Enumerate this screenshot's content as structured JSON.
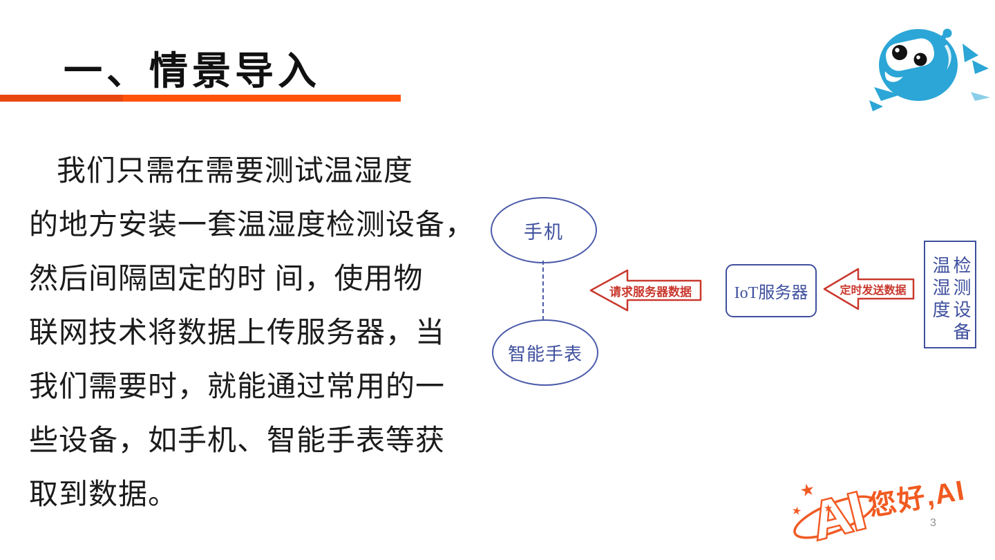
{
  "header": {
    "title": "一、情景导入"
  },
  "body": {
    "lines": [
      "我们只需在需要测试温湿度",
      "的地方安装一套温湿度检测设备，",
      "然后间隔固定的时 间，使用物",
      "联网技术将数据上传服务器，当",
      "我们需要时，就能通过常用的一",
      "些设备，如手机、智能手表等获",
      "取到数据。"
    ]
  },
  "diagram": {
    "phone_label": "手机",
    "watch_label": "智能手表",
    "server_label": "IoT服务器",
    "device_label_col1": "温湿度",
    "device_label_col2": "检测设备",
    "arrow_request_label": "请求服务器数据",
    "arrow_send_label": "定时发送数据"
  },
  "branding": {
    "logo_badge": "AI",
    "logo_text": "您好,AI"
  },
  "page": {
    "number": "3"
  },
  "colors": {
    "underline_dark": "#e8480e",
    "underline_bright": "#ff530c",
    "diagram_blue": "#4a5aa8",
    "diagram_text_blue": "#3f509e",
    "arrow_red": "#c9382e",
    "mascot_blue": "#2ba6d6",
    "logo_orange": "#f15a20",
    "page_number_gray": "#909090"
  }
}
